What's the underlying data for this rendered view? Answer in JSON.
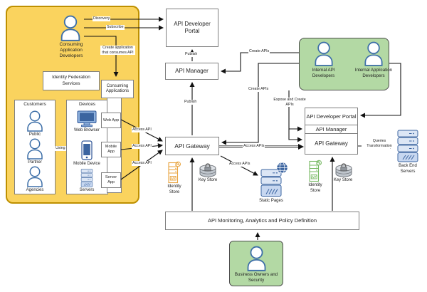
{
  "diagram": {
    "consumer_zone": {
      "developer_label": "Consuming Application Developers",
      "discovery": "Discovery",
      "subscribe": "Subscribe",
      "create_application": "Create application that consumes API",
      "identity_federation": "Identity Federation Services",
      "using": "Using",
      "customers": {
        "title": "Customers",
        "members": [
          {
            "label": "Public"
          },
          {
            "label": "Partner"
          },
          {
            "label": "Agencies"
          }
        ]
      },
      "devices": {
        "title": "Devices",
        "items": [
          {
            "label": "Web Browser"
          },
          {
            "label": "Mobile Device"
          },
          {
            "label": "Servers"
          }
        ]
      },
      "consuming_apps": {
        "title": "Consuming Applications",
        "apps": [
          {
            "label": "Web App"
          },
          {
            "label": "Mobile App"
          },
          {
            "label": "Server App"
          }
        ],
        "access_api": "Access API"
      }
    },
    "api_platform": {
      "developer_portal": "API Developer Portal",
      "api_manager": "API Manager",
      "api_gateway": "API Gateway",
      "publish": "Publish",
      "identity_store": "Identity Store",
      "key_store": "Key Store",
      "static_pages": "Static Pages",
      "access_apis": "Access APIs"
    },
    "internal_zone": {
      "internal_api_developers": "Internal API Developers",
      "internal_app_developers": "Internal Application Developers",
      "create_apis": "Create APIs",
      "expose_and_create": "Expose and Create APIs"
    },
    "internal_platform": {
      "developer_portal": "API Developer Portal",
      "api_manager": "API Manager",
      "api_gateway": "API Gateway",
      "identity_store": "Identity Store",
      "key_store": "Key Store",
      "queries_transformation": "Queries Transformation",
      "backend_servers": "Back End Servers"
    },
    "monitoring_label": "API Monitoring, Analytics and Policy Definition",
    "business_label": "Business Owners and Security",
    "colors": {
      "consumer_zone_fill": "#FAD35E",
      "consumer_zone_border": "#BE9000",
      "internal_zone_fill": "#B3D9A4",
      "person_stroke": "#3D6FA8",
      "server_fill": "#DCE6F5",
      "server_stroke": "#3B64A0",
      "identity_store_orange": "#E8A33D",
      "identity_store_green": "#76B862",
      "key_store_gray": "#9AA0A6"
    }
  }
}
